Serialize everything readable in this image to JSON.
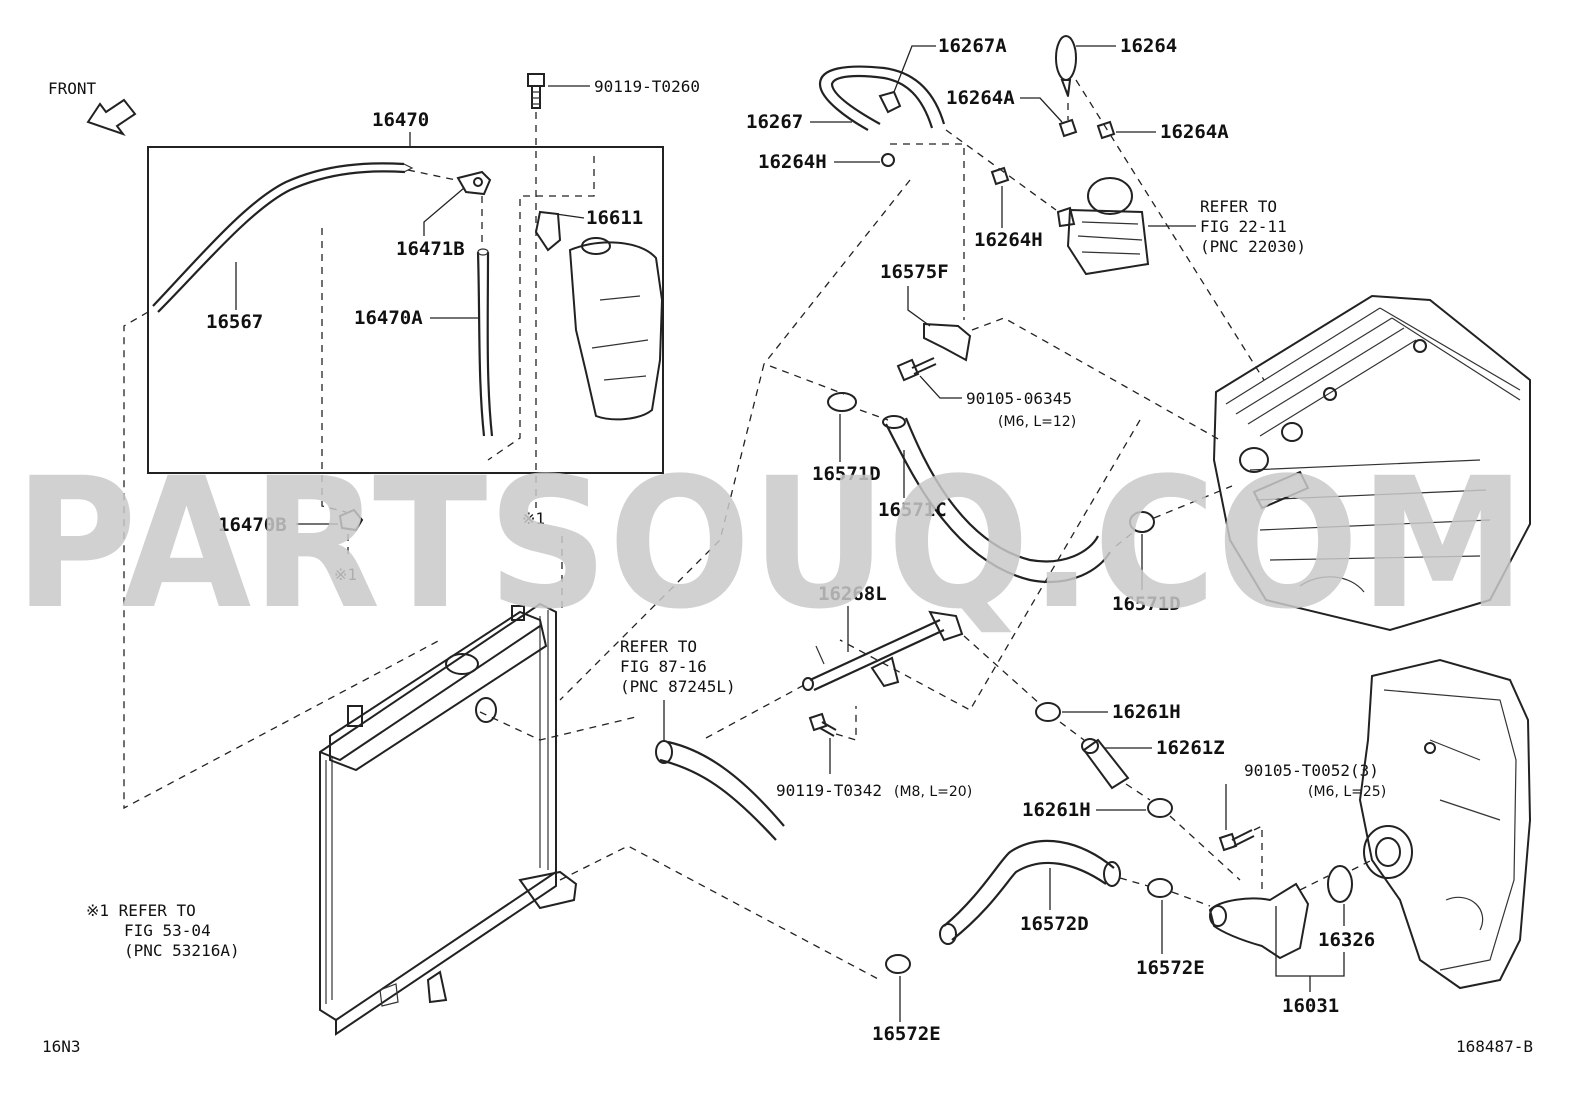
{
  "watermark": "PARTSOUQ.COM",
  "front_label": "FRONT",
  "diagram_code": "16N3",
  "figure_id": "168487-B",
  "marker": "※1",
  "labels": {
    "p16470": "16470",
    "p16470A": "16470A",
    "p16470B": "16470B",
    "p16471B": "16471B",
    "p16567": "16567",
    "p16611": "16611",
    "p90119_T0260": "90119-T0260",
    "p16267A": "16267A",
    "p16267": "16267",
    "p16264": "16264",
    "p16264A_1": "16264A",
    "p16264A_2": "16264A",
    "p16264H_1": "16264H",
    "p16264H_2": "16264H",
    "p16575F": "16575F",
    "p90105_06345": "90105-06345",
    "p90105_06345_spec": "(M6, L=12)",
    "p16571D_1": "16571D",
    "p16571D_2": "16571D",
    "p16571C": "16571C",
    "p16268L": "16268L",
    "p90119_T0342": "90119-T0342",
    "p90119_T0342_spec": "(M8, L=20)",
    "p16261H_1": "16261H",
    "p16261H_2": "16261H",
    "p16261Z": "16261Z",
    "p90105_T0052": "90105-T0052(3)",
    "p90105_T0052_spec": "(M6, L=25)",
    "p16572D": "16572D",
    "p16572E_1": "16572E",
    "p16572E_2": "16572E",
    "p16326": "16326",
    "p16031": "16031"
  },
  "refer_22": {
    "line1": "REFER TO",
    "line2": "FIG 22-11",
    "line3": "(PNC 22030)"
  },
  "refer_87": {
    "line1": "REFER TO",
    "line2": "FIG 87-16",
    "line3": "(PNC 87245L)"
  },
  "refer_53": {
    "line1": "※1 REFER TO",
    "line2": "FIG 53-04",
    "line3": "(PNC 53216A)"
  }
}
